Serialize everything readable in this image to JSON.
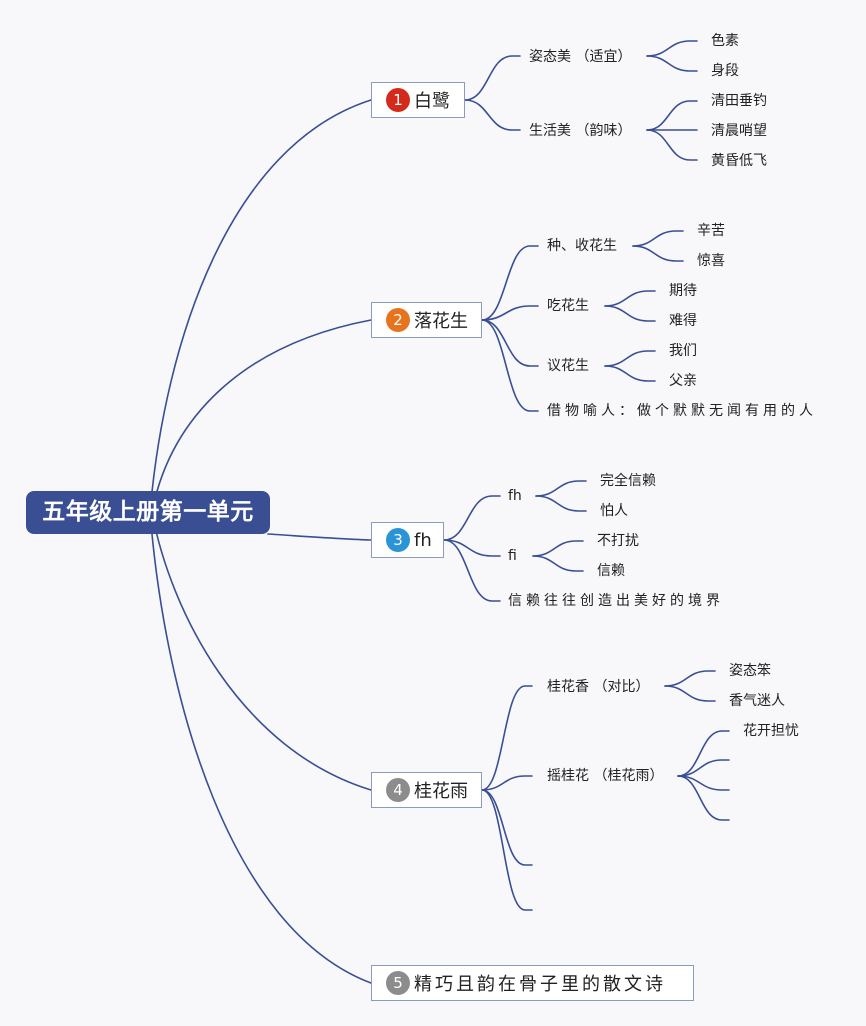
{
  "colors": {
    "root": "#3a4f93",
    "link": "#3a4f93",
    "badge1": "#d42a1c",
    "badge2": "#e8731e",
    "badge3": "#2a94d6",
    "badge4": "#8c8c8c",
    "badge5": "#8c8c8c"
  },
  "root": {
    "title": "五年级上册第一单元"
  },
  "lessons": [
    {
      "num": "1",
      "title": "白鹭",
      "branches": [
        {
          "label": "姿态美 （适宜）",
          "leaves": [
            "色素",
            "身段"
          ]
        },
        {
          "label": "生活美 （韵味）",
          "leaves": [
            "清田垂钓",
            "清晨哨望",
            "黄昏低飞"
          ]
        }
      ]
    },
    {
      "num": "2",
      "title": "落花生",
      "branches": [
        {
          "label": "种、收花生",
          "leaves": [
            "辛苦",
            "惊喜"
          ]
        },
        {
          "label": "吃花生",
          "leaves": [
            "期待",
            "难得"
          ]
        },
        {
          "label": "议花生",
          "leaves": [
            "我们",
            "父亲"
          ]
        },
        {
          "label": "借物喻人：做个默默无闻有用的人",
          "leaves": []
        }
      ]
    },
    {
      "num": "3",
      "title": "fh",
      "branches": [
        {
          "label": "fh",
          "leaves": [
            "完全信赖",
            "怕人"
          ]
        },
        {
          "label": "fi",
          "leaves": [
            "不打扰",
            "信赖"
          ]
        },
        {
          "label": "信赖往往创造出美好的境界",
          "leaves": []
        }
      ]
    },
    {
      "num": "4",
      "title": "桂花雨",
      "branches": [
        {
          "label": "桂花香 （对比）",
          "leaves": [
            "姿态笨",
            "香气迷人"
          ]
        },
        {
          "label": "摇桂花 （桂花雨）",
          "leaves": [
            "花开担忧",
            "",
            "",
            ""
          ]
        },
        {
          "label": "",
          "leaves": []
        },
        {
          "label": "",
          "leaves": []
        }
      ]
    },
    {
      "num": "5",
      "title": "精巧且韵在骨子里的散文诗",
      "branches": []
    }
  ]
}
